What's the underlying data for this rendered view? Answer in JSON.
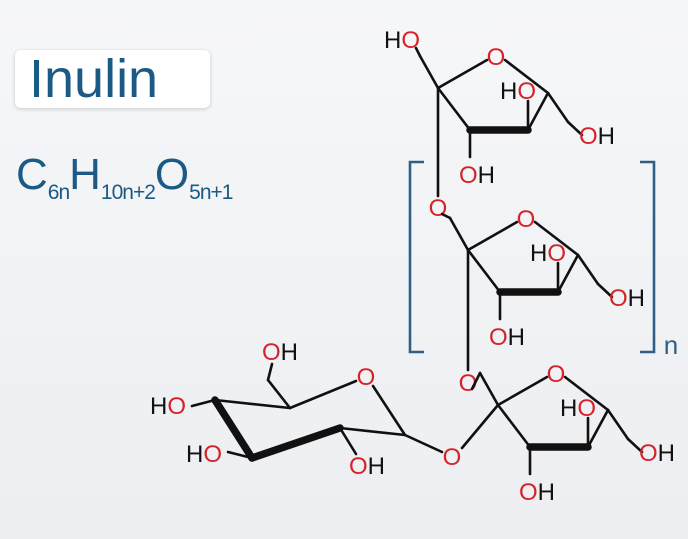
{
  "title": "Inulin",
  "formula": {
    "c": "C",
    "c_sub": "6n",
    "h": "H",
    "h_sub": "10n+2",
    "o": "O",
    "o_sub": "5n+1"
  },
  "repeat_label": "n",
  "atoms": {
    "oxygen": "O",
    "hydroxyl_left": "H",
    "hydroxyl_right": "O",
    "hydroxyl_tail": "H"
  },
  "colors": {
    "title": "#1b5a85",
    "oxygen": "#d6232a",
    "bond": "#111111",
    "bracket": "#2f5f86"
  }
}
